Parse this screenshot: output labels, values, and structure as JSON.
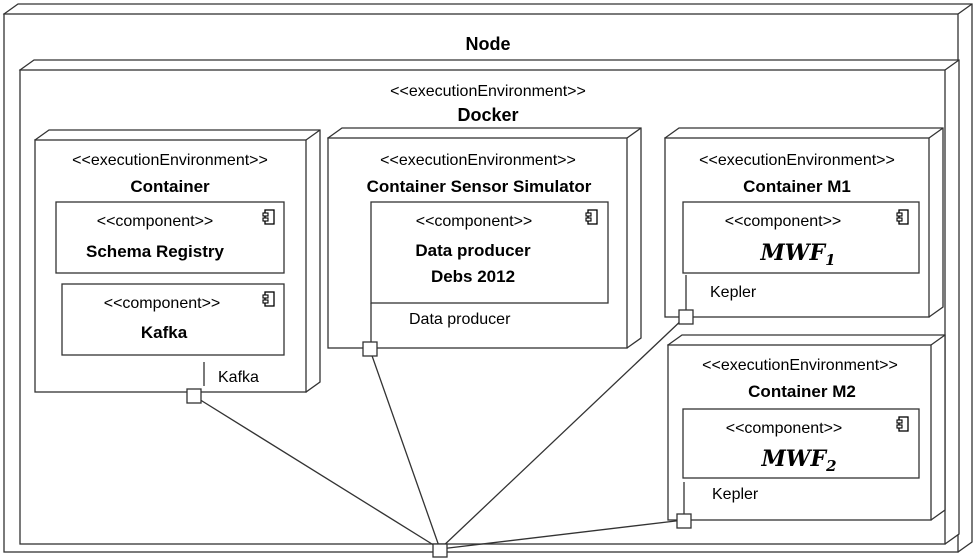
{
  "node": {
    "title": "Node"
  },
  "docker": {
    "stereotype": "<<executionEnvironment>>",
    "title": "Docker"
  },
  "container_kafka": {
    "stereotype": "<<executionEnvironment>>",
    "title": "Container",
    "components": [
      {
        "stereotype": "<<component>>",
        "name": "Schema Registry"
      },
      {
        "stereotype": "<<component>>",
        "name": "Kafka"
      }
    ],
    "port_label": "Kafka"
  },
  "container_sensor": {
    "stereotype": "<<executionEnvironment>>",
    "title": "Container Sensor Simulator",
    "component": {
      "stereotype": "<<component>>",
      "name_line1": "Data producer",
      "name_line2": "Debs 2012"
    },
    "port_label": "Data producer"
  },
  "container_m1": {
    "stereotype": "<<executionEnvironment>>",
    "title": "Container M1",
    "component": {
      "stereotype": "<<component>>",
      "name": "MWF",
      "subscript": "1"
    },
    "port_label": "Kepler"
  },
  "container_m2": {
    "stereotype": "<<executionEnvironment>>",
    "title": "Container M2",
    "component": {
      "stereotype": "<<component>>",
      "name": "MWF",
      "subscript": "2"
    },
    "port_label": "Kepler"
  }
}
